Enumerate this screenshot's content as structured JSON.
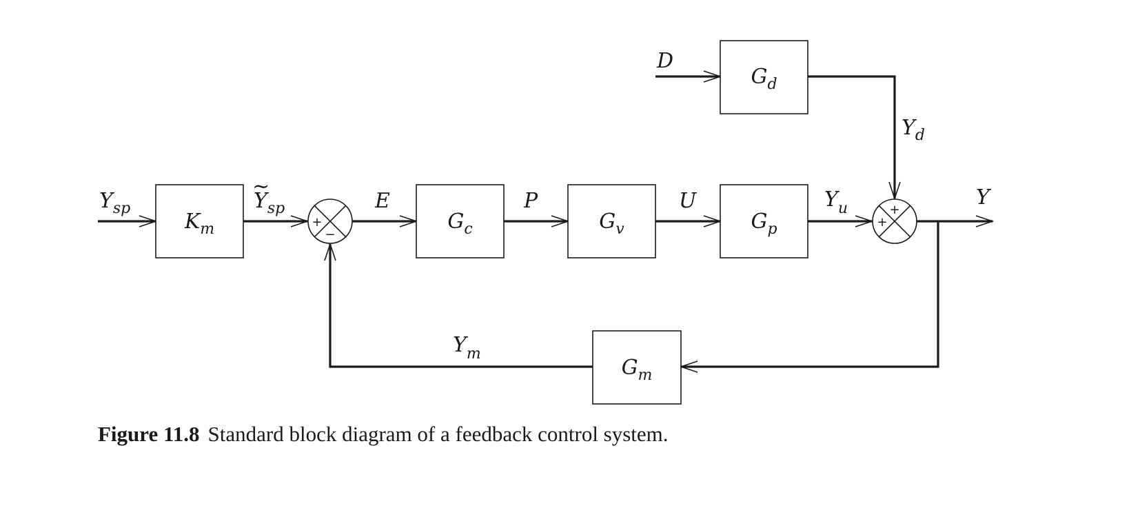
{
  "blocks": {
    "km": {
      "main": "K",
      "sub": "m"
    },
    "gc": {
      "main": "G",
      "sub": "c"
    },
    "gv": {
      "main": "G",
      "sub": "v"
    },
    "gp": {
      "main": "G",
      "sub": "p"
    },
    "gd": {
      "main": "G",
      "sub": "d"
    },
    "gm": {
      "main": "G",
      "sub": "m"
    }
  },
  "signals": {
    "ysp": {
      "main": "Y",
      "sub": "sp"
    },
    "ysp_tilde": {
      "main": "Y",
      "sub": "sp",
      "accent": "~"
    },
    "e": {
      "main": "E"
    },
    "p": {
      "main": "P"
    },
    "u": {
      "main": "U"
    },
    "yu": {
      "main": "Y",
      "sub": "u"
    },
    "y": {
      "main": "Y"
    },
    "d": {
      "main": "D"
    },
    "yd": {
      "main": "Y",
      "sub": "d"
    },
    "ym": {
      "main": "Y",
      "sub": "m"
    }
  },
  "summing_junctions": {
    "s1": {
      "left": "+",
      "bottom": "−"
    },
    "s2": {
      "top": "+",
      "left": "+"
    }
  },
  "caption": {
    "figure_number": "Figure 11.8",
    "text": "Standard block diagram of a feedback control system."
  }
}
